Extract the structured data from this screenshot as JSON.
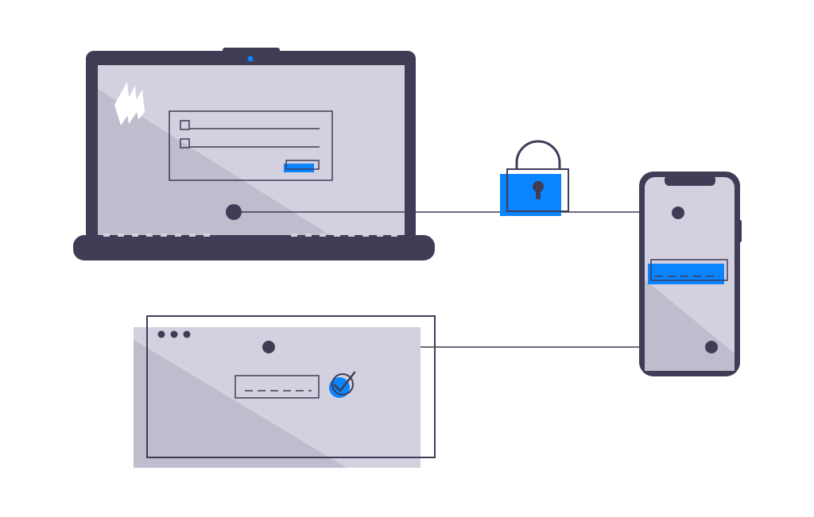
{
  "illustration": {
    "theme": "multi-device secure sign-in",
    "devices": [
      "laptop",
      "smartphone",
      "browser-window"
    ],
    "icons": [
      "logo-icon",
      "checkbox-icon",
      "padlock-icon",
      "check-circle-icon",
      "window-dots-icon",
      "connection-node-icon"
    ],
    "verified": true,
    "colors": {
      "dark": "#3f3d56",
      "screen": "#d3d0e0",
      "screen_shadow": "#bfbccd",
      "accent": "#0a84ff",
      "line": "#3f3d56",
      "background": "#ffffff"
    }
  }
}
